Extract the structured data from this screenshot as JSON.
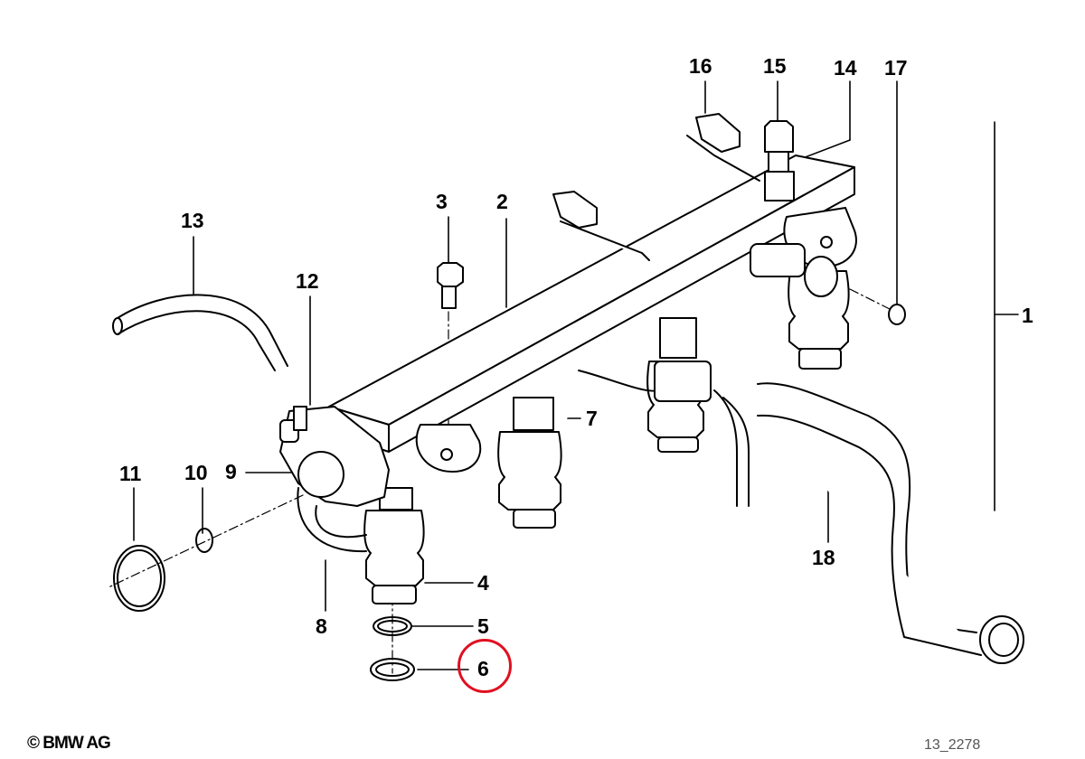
{
  "diagram": {
    "callouts": [
      "1",
      "2",
      "3",
      "4",
      "5",
      "6",
      "7",
      "8",
      "9",
      "10",
      "11",
      "12",
      "13",
      "14",
      "15",
      "16",
      "17",
      "18"
    ],
    "highlighted_callout": "6",
    "highlight_color": "#e01020",
    "copyright": "© BMW AG",
    "diagram_id": "13_2278"
  }
}
